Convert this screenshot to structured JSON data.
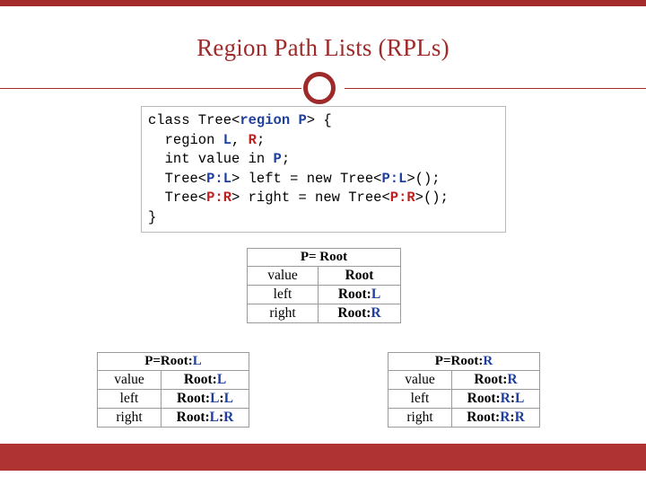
{
  "slide": {
    "title": "Region Path Lists (RPLs)",
    "accent_color": "#9e2a2a",
    "bottom_bar_color": "#b03333",
    "keyword_blue": "#1f3f9e",
    "keyword_red": "#c02020"
  },
  "code": {
    "lines": [
      [
        {
          "t": "class Tree<",
          "s": "plain"
        },
        {
          "t": "region",
          "s": "blue"
        },
        {
          "t": " ",
          "s": "plain"
        },
        {
          "t": "P",
          "s": "blue"
        },
        {
          "t": "> {",
          "s": "plain"
        }
      ],
      [
        {
          "t": "  region ",
          "s": "plain"
        },
        {
          "t": "L",
          "s": "blue"
        },
        {
          "t": ", ",
          "s": "plain"
        },
        {
          "t": "R",
          "s": "red"
        },
        {
          "t": ";",
          "s": "plain"
        }
      ],
      [
        {
          "t": "  int value in ",
          "s": "plain"
        },
        {
          "t": "P",
          "s": "blue"
        },
        {
          "t": ";",
          "s": "plain"
        }
      ],
      [
        {
          "t": "  Tree<",
          "s": "plain"
        },
        {
          "t": "P:L",
          "s": "blue"
        },
        {
          "t": "> left = new Tree<",
          "s": "plain"
        },
        {
          "t": "P:L",
          "s": "blue"
        },
        {
          "t": ">();",
          "s": "plain"
        }
      ],
      [
        {
          "t": "  Tree<",
          "s": "plain"
        },
        {
          "t": "P:R",
          "s": "red"
        },
        {
          "t": "> right = new Tree<",
          "s": "plain"
        },
        {
          "t": "P:R",
          "s": "red"
        },
        {
          "t": ">();",
          "s": "plain"
        }
      ],
      [
        {
          "t": "}",
          "s": "plain"
        }
      ]
    ]
  },
  "tables": [
    {
      "id": "root",
      "header": "P= Root",
      "rows": [
        {
          "label": "value",
          "value_parts": [
            {
              "t": "Root",
              "s": "plain"
            }
          ]
        },
        {
          "label": "left",
          "value_parts": [
            {
              "t": "Root:",
              "s": "plain"
            },
            {
              "t": "L",
              "s": "blue"
            }
          ]
        },
        {
          "label": "right",
          "value_parts": [
            {
              "t": "Root:",
              "s": "plain"
            },
            {
              "t": "R",
              "s": "blue"
            }
          ]
        }
      ]
    },
    {
      "id": "left",
      "header_parts": [
        {
          "t": "P=Root:",
          "s": "plain"
        },
        {
          "t": "L",
          "s": "blue"
        }
      ],
      "header": "P=Root:L",
      "rows": [
        {
          "label": "value",
          "value_parts": [
            {
              "t": "Root:",
              "s": "plain"
            },
            {
              "t": "L",
              "s": "blue"
            }
          ]
        },
        {
          "label": "left",
          "value_parts": [
            {
              "t": "Root:",
              "s": "plain"
            },
            {
              "t": "L",
              "s": "blue"
            },
            {
              "t": ":",
              "s": "plain"
            },
            {
              "t": "L",
              "s": "blue"
            }
          ]
        },
        {
          "label": "right",
          "value_parts": [
            {
              "t": "Root:",
              "s": "plain"
            },
            {
              "t": "L",
              "s": "blue"
            },
            {
              "t": ":",
              "s": "plain"
            },
            {
              "t": "R",
              "s": "blue"
            }
          ]
        }
      ]
    },
    {
      "id": "right",
      "header_parts": [
        {
          "t": "P=Root:",
          "s": "plain"
        },
        {
          "t": "R",
          "s": "blue"
        }
      ],
      "header": "P=Root:R",
      "rows": [
        {
          "label": "value",
          "value_parts": [
            {
              "t": "Root:",
              "s": "plain"
            },
            {
              "t": "R",
              "s": "blue"
            }
          ]
        },
        {
          "label": "left",
          "value_parts": [
            {
              "t": "Root:",
              "s": "plain"
            },
            {
              "t": "R",
              "s": "blue"
            },
            {
              "t": ":",
              "s": "plain"
            },
            {
              "t": "L",
              "s": "blue"
            }
          ]
        },
        {
          "label": "right",
          "value_parts": [
            {
              "t": "Root:",
              "s": "plain"
            },
            {
              "t": "R",
              "s": "blue"
            },
            {
              "t": ":",
              "s": "plain"
            },
            {
              "t": "R",
              "s": "blue"
            }
          ]
        }
      ]
    }
  ]
}
